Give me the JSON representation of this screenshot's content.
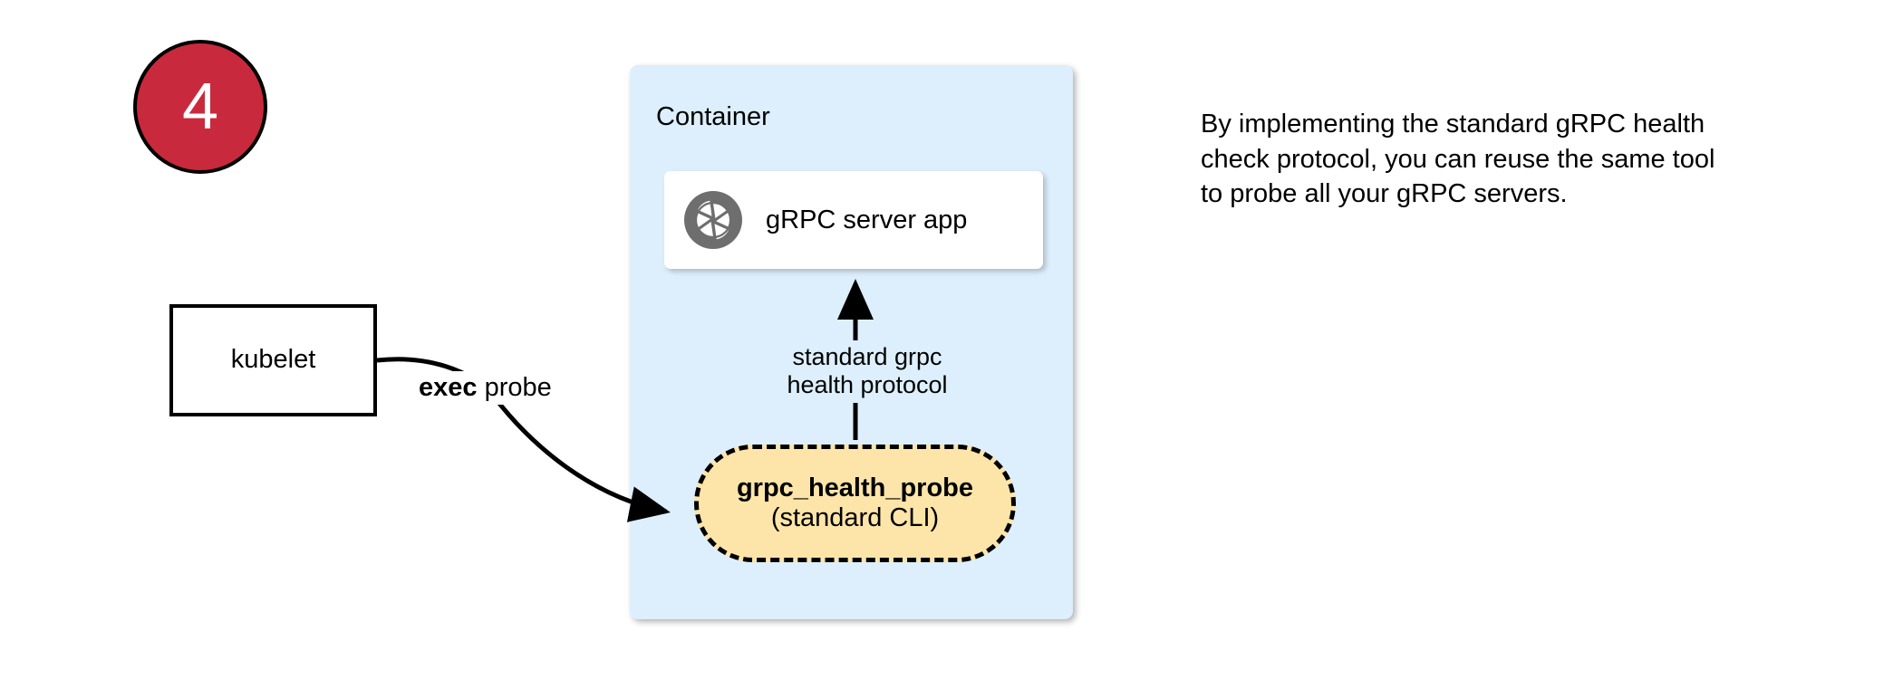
{
  "diagram": {
    "step": {
      "number": "4"
    },
    "kubelet": {
      "label": "kubelet"
    },
    "exec_probe_edge": {
      "label_bold": "exec",
      "label_rest": " probe"
    },
    "container": {
      "title": "Container"
    },
    "grpc_server": {
      "label": "gRPC server app",
      "icon": "aperture-icon"
    },
    "probe_tool": {
      "title": "grpc_health_probe",
      "subtitle": "(standard CLI)"
    },
    "protocol_edge": {
      "line1": "standard grpc",
      "line2": "health protocol"
    },
    "note": "By implementing the standard gRPC health check protocol, you can reuse the same tool to probe all your gRPC servers."
  },
  "colors": {
    "badge_red": "#c9293c",
    "container_blue": "#ddeffc",
    "probe_yellow": "#fde5a9",
    "icon_gray": "#6e6e6e",
    "stroke_black": "#000000",
    "card_white": "#ffffff"
  }
}
